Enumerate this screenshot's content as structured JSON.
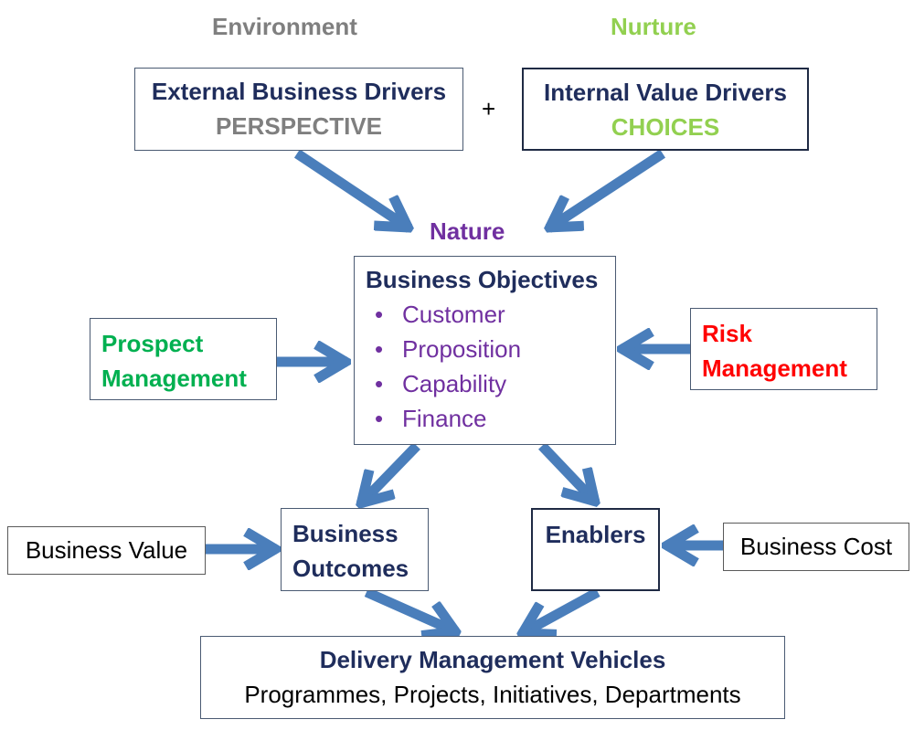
{
  "header": {
    "environment_label": "Environment",
    "nurture_label": "Nurture",
    "plus_sign": "+",
    "nature_label": "Nature"
  },
  "external_drivers": {
    "title": "External Business Drivers",
    "subtitle": "PERSPECTIVE"
  },
  "internal_drivers": {
    "title": "Internal Value Drivers",
    "subtitle": "CHOICES"
  },
  "business_objectives": {
    "title": "Business Objectives",
    "bullet_char": "•",
    "items": [
      "Customer",
      "Proposition",
      "Capability",
      "Finance"
    ]
  },
  "prospect_management": {
    "line1": "Prospect",
    "line2": "Management"
  },
  "risk_management": {
    "line1": "Risk",
    "line2": "Management"
  },
  "business_outcomes": {
    "line1": "Business",
    "line2": "Outcomes"
  },
  "enablers": {
    "title": "Enablers"
  },
  "business_value": {
    "label": "Business Value"
  },
  "business_cost": {
    "label": "Business Cost"
  },
  "delivery": {
    "title": "Delivery Management Vehicles",
    "subtitle": "Programmes, Projects, Initiatives, Departments"
  },
  "colors": {
    "arrow": "#4a7ebb",
    "title_navy": "#1f2d5c",
    "environment_grey": "#7f7f7f",
    "nurture_green": "#92d050",
    "nature_purple": "#7030a0",
    "prospect_green": "#00b050",
    "risk_red": "#ff0000"
  }
}
